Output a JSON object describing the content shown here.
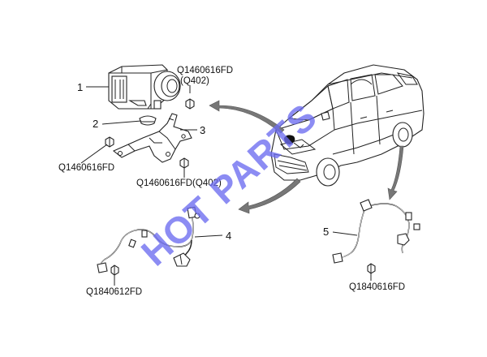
{
  "callouts": [
    {
      "num": "1",
      "part_no": "",
      "sub": ""
    },
    {
      "num": "2",
      "part_no": "",
      "sub": ""
    },
    {
      "num": "3",
      "part_no": "",
      "sub": ""
    },
    {
      "num": "4",
      "part_no": "",
      "sub": ""
    },
    {
      "num": "5",
      "part_no": "",
      "sub": ""
    }
  ],
  "part_labels": {
    "abs_bolt_top": "Q1460616FD",
    "abs_bolt_top_sub": "(Q402)",
    "bracket_bolt_left": "Q1460616FD",
    "bracket_bolt_bottom": "Q1460616FD(Q402)",
    "front_sensor_bolt": "Q1840612FD",
    "rear_sensor_bolt": "Q1840616FD"
  },
  "watermark": "HOT PARTS",
  "colors": {
    "watermark": "#6c6cf0",
    "arrow": "#777777",
    "line": "#222222"
  }
}
